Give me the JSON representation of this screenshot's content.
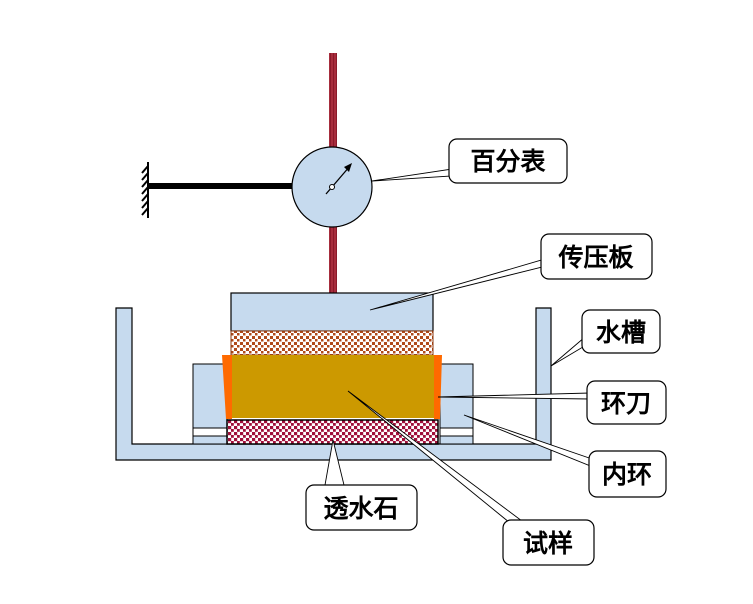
{
  "diagram": {
    "title": "Consolidation apparatus schematic",
    "colors": {
      "part_fill": "#c6daee",
      "rod": "#8b1a2a",
      "specimen": "#cc9900",
      "ring_knife": "#ff6a00",
      "top_stone": "#b04a1a",
      "bottom_stone": "#a0103a",
      "outline": "#000000"
    },
    "labels": {
      "dial_gauge": "百分表",
      "loading_plate": "传压板",
      "water_tank": "水槽",
      "ring_knife": "环刀",
      "inner_ring": "内环",
      "porous_stone": "透水石",
      "specimen": "试样"
    }
  }
}
